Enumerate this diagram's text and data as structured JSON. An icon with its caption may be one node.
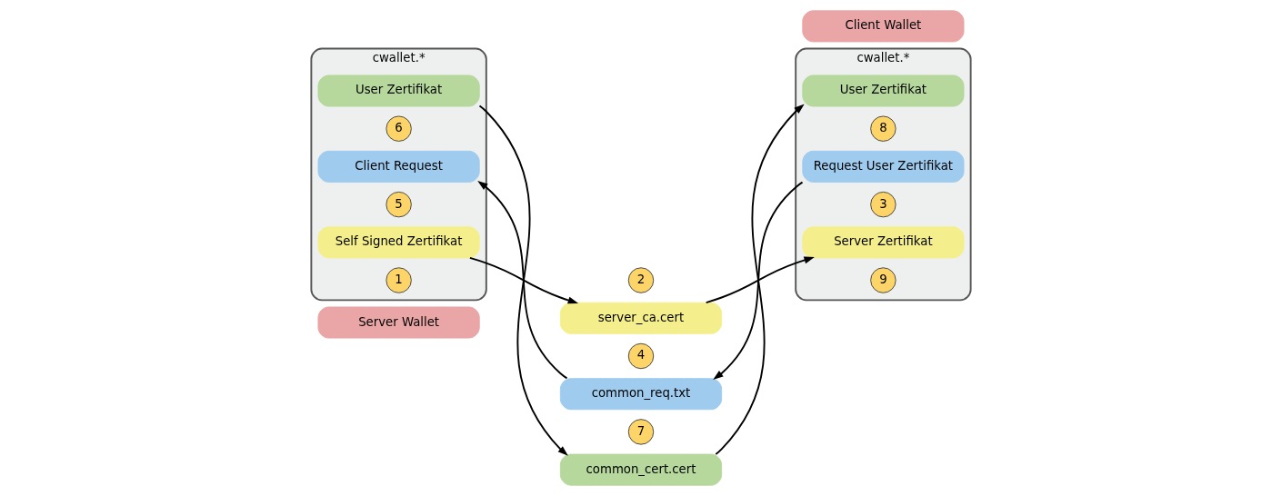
{
  "diagram": {
    "nodes": [
      {
        "text": [
          "Server Wallet"
        ]
      },
      {
        "text": [
          "cwallet.*"
        ]
      },
      {
        "text": [
          "1"
        ],
        "in": 1
      },
      {
        "text": [
          "Self Signed Zertifikat"
        ],
        "in": 1
      },
      {
        "text": [
          "5"
        ],
        "in": 1
      },
      {
        "text": [
          "Client Request"
        ],
        "in": 1
      },
      {
        "text": [
          "6"
        ],
        "in": 1
      },
      {
        "text": [
          "User Zertifikat"
        ],
        "in": 1
      },
      {
        "text": [
          "Client Wallet"
        ]
      },
      {
        "text": [
          "cwallet.*"
        ]
      },
      {
        "text": [
          "9"
        ],
        "in": 9
      },
      {
        "text": [
          "Server Zertifikat"
        ],
        "in": 9
      },
      {
        "text": [
          "3"
        ],
        "in": 9
      },
      {
        "text": [
          "Request User Zertifikat"
        ],
        "in": 9
      },
      {
        "text": [
          "8"
        ],
        "in": 9
      },
      {
        "text": [
          "User Zertifikat"
        ],
        "in": 9
      },
      {
        "text": [
          "2"
        ]
      },
      {
        "text": [
          "server_ca.cert"
        ]
      },
      {
        "text": [
          "4"
        ]
      },
      {
        "text": [
          "common_req.txt"
        ]
      },
      {
        "text": [
          "7"
        ]
      },
      {
        "text": [
          "common_cert.cert"
        ]
      }
    ],
    "edges": [
      {
        "from": 3,
        "to": 17,
        "arrow": "to"
      },
      {
        "from": 17,
        "to": 11,
        "arrow": "to"
      },
      {
        "from": 13,
        "to": 19,
        "arrow": "to"
      },
      {
        "from": 19,
        "to": 5,
        "arrow": "to"
      },
      {
        "from": 7,
        "to": 21,
        "arrow": "to"
      },
      {
        "from": 21,
        "to": 15,
        "arrow": "to"
      }
    ]
  }
}
